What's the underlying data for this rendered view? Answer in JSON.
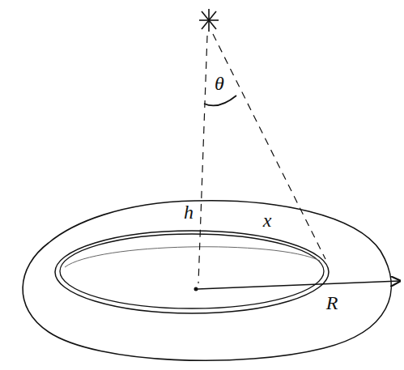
{
  "diagram": {
    "labels": [
      "θ",
      "h",
      "x",
      "R"
    ]
  }
}
